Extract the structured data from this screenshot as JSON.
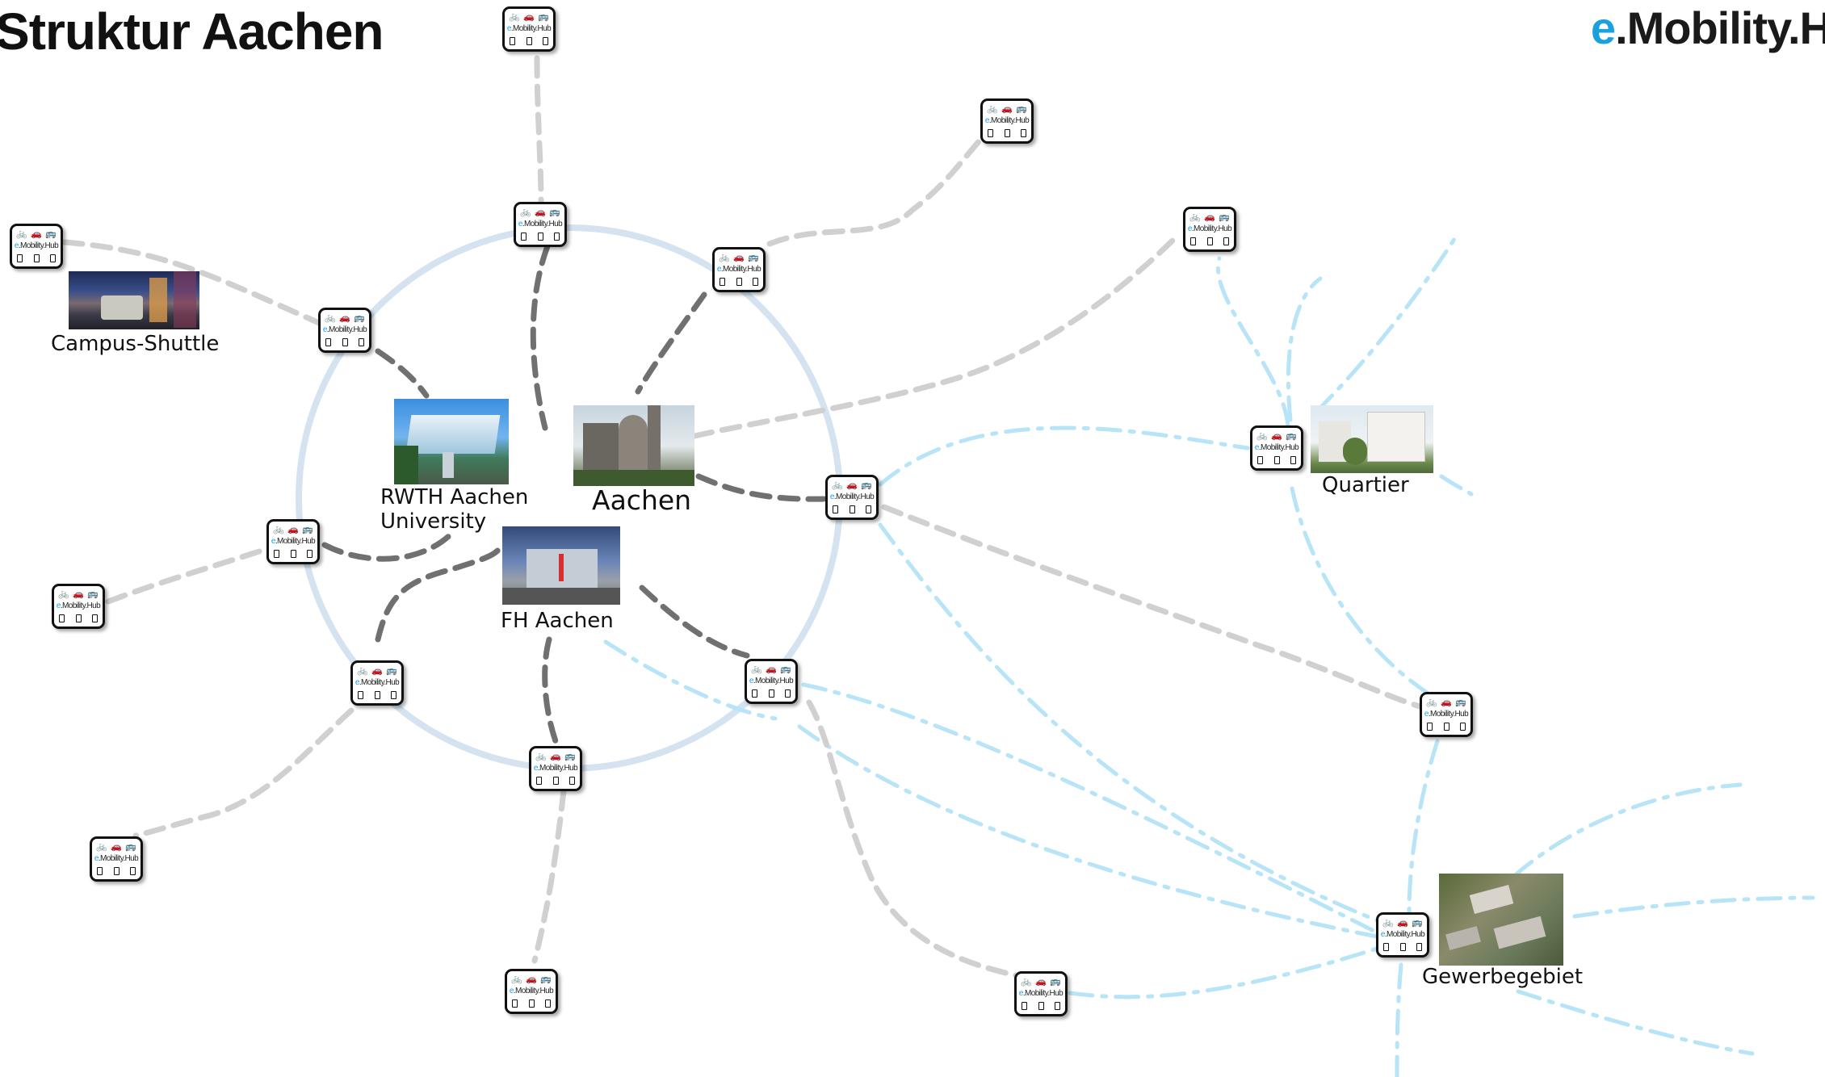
{
  "title": "Struktur Aachen",
  "logo": {
    "prefix": "e",
    "rest": ".Mobility.H"
  },
  "hub_label": {
    "prefix": "e",
    "rest": ".Mobility.Hub"
  },
  "hub_icons": [
    "🚲",
    "🚗",
    "🚌"
  ],
  "places": {
    "campus_shuttle": "Campus-Shuttle",
    "rwth": "RWTH Aachen\nUniversity",
    "aachen": "Aachen",
    "fh": "FH Aachen",
    "quartier": "Quartier",
    "gewerbe": "Gewerbegebiet"
  },
  "colors": {
    "ring": "#d5e3f1",
    "dark_dash": "#707070",
    "grey_dash": "#d0d0d0",
    "blue_dashdot": "#b8e4f7",
    "brand_blue": "#1aa0de"
  }
}
